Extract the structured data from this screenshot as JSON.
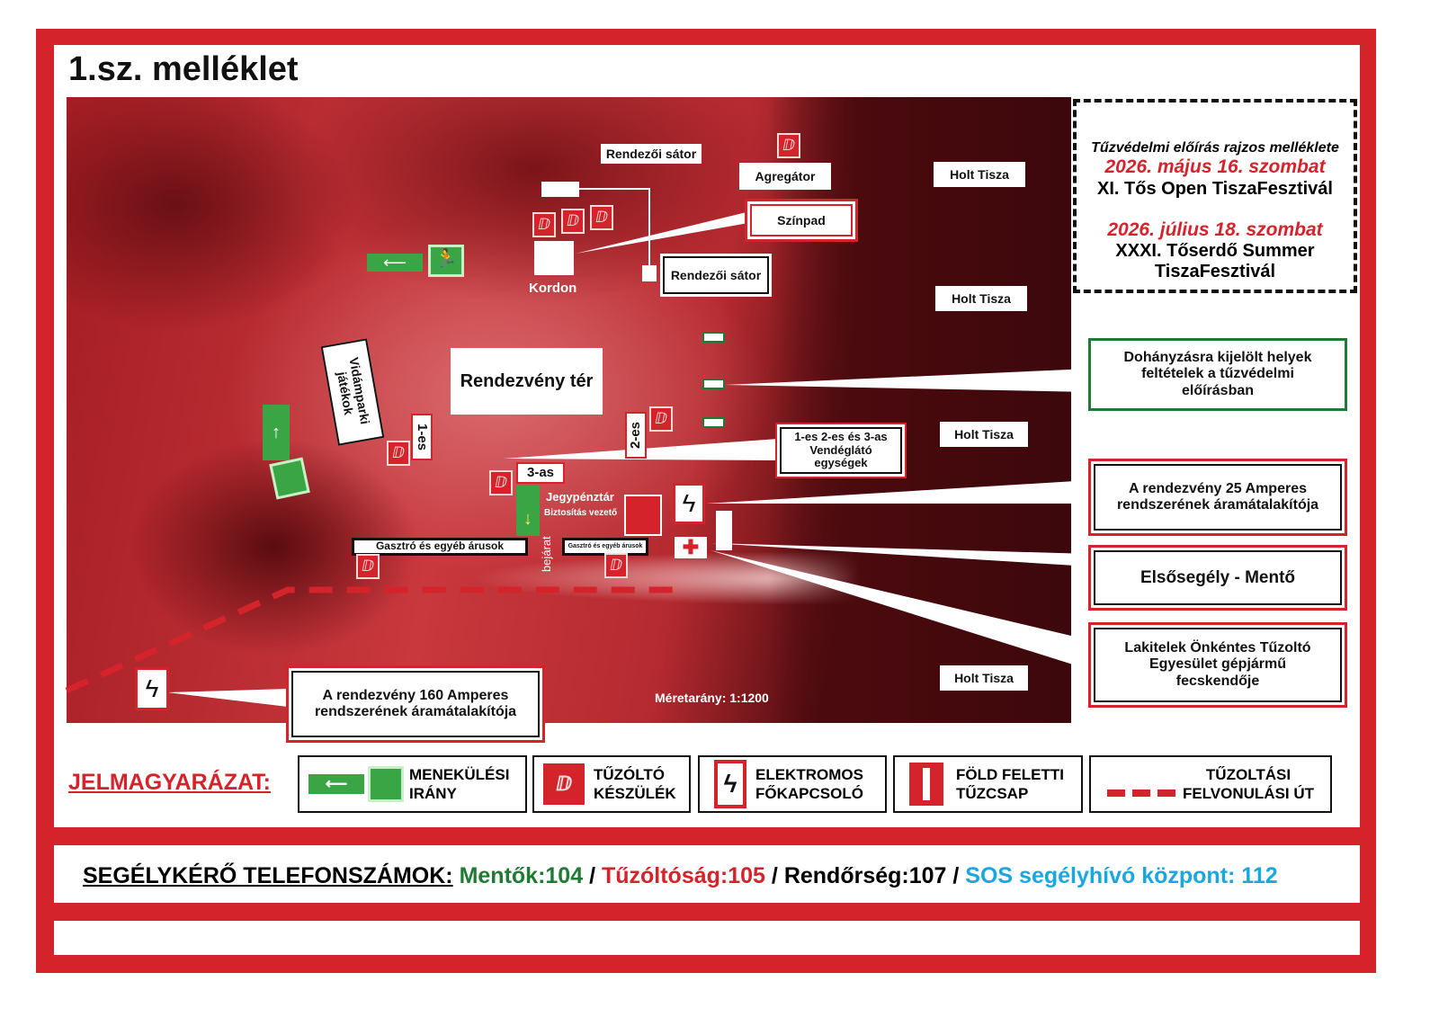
{
  "title": "1.sz. melléklet",
  "info": {
    "line1": "Tűzvédelmi előírás rajzos melléklete",
    "date1": "2026. május 16. szombat",
    "event1": "XI. Tős Open TiszaFesztivál",
    "date2": "2026. július 18. szombat",
    "event2a": "XXXI. Tőserdő Summer",
    "event2b": "TiszaFesztivál"
  },
  "map": {
    "holt_tisza": "Holt Tisza",
    "rendezoi_sator": "Rendezői sátor",
    "agregator": "Agregátor",
    "szinpad": "Színpad",
    "kordon": "Kordon",
    "rendezveny_ter": "Rendezvény tér",
    "vidampark": "Vidámparki játékok",
    "egy": "1-es",
    "ketto": "2-es",
    "harom": "3-as",
    "vendeglato": "1-es 2-es és 3-as Vendéglátó egységek",
    "jegypenztar": "Jegypénztár",
    "biztositas": "Biztosítás vezető",
    "gasztro": "Gasztró és egyéb árusok",
    "bejarat": "bejárat",
    "scale": "Méretarány: 1:1200"
  },
  "callouts": {
    "dohanyzas": "Dohányzásra kijelölt helyek feltételek a tűzvédelmi előírásban",
    "amper25": "A rendezvény 25 Amperes rendszerének áramátalakítója",
    "elsosegely": "Elsősegély - Mentő",
    "lakitelek": "Lakitelek Önkéntes Tűzoltó Egyesület gépjármű fecskendője",
    "amper160": "A rendezvény 160 Amperes rendszerének áramátalakítója"
  },
  "legend": {
    "title": "JELMAGYARÁZAT:",
    "items": [
      {
        "icon": "exit-icon",
        "a": "MENEKÜLÉSI",
        "b": "IRÁNY"
      },
      {
        "icon": "extinguisher-icon",
        "a": "TŰZÓLTÓ",
        "b": "KÉSZÜLÉK"
      },
      {
        "icon": "electric-switch-icon",
        "a": "ELEKTROMOS",
        "b": "FŐKAPCSOLÓ"
      },
      {
        "icon": "hydrant-icon",
        "a": "FÖLD FELETTI",
        "b": "TŰZCSAP"
      },
      {
        "icon": "dashed-route-icon",
        "a": "TŰZOLTÁSI",
        "b": "FELVONULÁSI ÚT"
      }
    ]
  },
  "phones": {
    "label": "SEGÉLYKÉRŐ TELEFONSZÁMOK:",
    "ambulance": "Mentők:104",
    "fire": "Tűzóltóság:105",
    "police": "Rendőrség:107",
    "sos": "SOS segélyhívó központ: 112",
    "sep": "/"
  },
  "colors": {
    "red": "#d4232b",
    "green": "#1f7a33",
    "blue": "#1aa7e0"
  }
}
